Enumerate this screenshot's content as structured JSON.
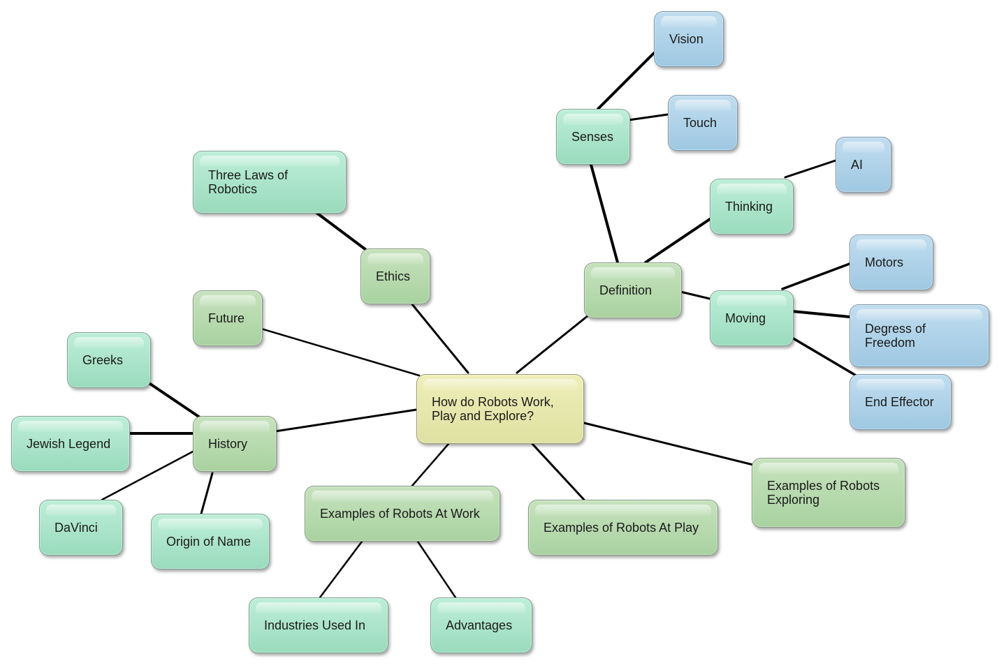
{
  "mindmap": {
    "root": {
      "id": "root",
      "label": "How do Robots Work,\nPlay and Explore?",
      "level": "root"
    },
    "nodes": [
      {
        "id": "ethics",
        "label": "Ethics",
        "level": "1",
        "parent": "root"
      },
      {
        "id": "three-laws",
        "label": "Three Laws of\nRobotics",
        "level": "2",
        "parent": "ethics"
      },
      {
        "id": "future",
        "label": "Future",
        "level": "1",
        "parent": "root"
      },
      {
        "id": "history",
        "label": "History",
        "level": "1",
        "parent": "root"
      },
      {
        "id": "greeks",
        "label": "Greeks",
        "level": "2",
        "parent": "history"
      },
      {
        "id": "jewish-legend",
        "label": "Jewish Legend",
        "level": "2",
        "parent": "history"
      },
      {
        "id": "davinci",
        "label": "DaVinci",
        "level": "2",
        "parent": "history"
      },
      {
        "id": "origin-of-name",
        "label": "Origin of Name",
        "level": "2",
        "parent": "history"
      },
      {
        "id": "robots-at-work",
        "label": "Examples of Robots At Work",
        "level": "1",
        "parent": "root"
      },
      {
        "id": "industries-used-in",
        "label": "Industries Used In",
        "level": "2",
        "parent": "robots-at-work"
      },
      {
        "id": "advantages",
        "label": "Advantages",
        "level": "2",
        "parent": "robots-at-work"
      },
      {
        "id": "robots-at-play",
        "label": "Examples of Robots At Play",
        "level": "1",
        "parent": "root"
      },
      {
        "id": "robots-exploring",
        "label": "Examples of Robots\nExploring",
        "level": "1",
        "parent": "root"
      },
      {
        "id": "definition",
        "label": "Definition",
        "level": "1",
        "parent": "root"
      },
      {
        "id": "senses",
        "label": "Senses",
        "level": "2",
        "parent": "definition"
      },
      {
        "id": "vision",
        "label": "Vision",
        "level": "3",
        "parent": "senses"
      },
      {
        "id": "touch",
        "label": "Touch",
        "level": "3",
        "parent": "senses"
      },
      {
        "id": "thinking",
        "label": "Thinking",
        "level": "2",
        "parent": "definition"
      },
      {
        "id": "ai",
        "label": "AI",
        "level": "3",
        "parent": "thinking"
      },
      {
        "id": "moving",
        "label": "Moving",
        "level": "2",
        "parent": "definition"
      },
      {
        "id": "motors",
        "label": "Motors",
        "level": "3",
        "parent": "moving"
      },
      {
        "id": "degrees-of-freedom",
        "label": "Degress of\nFreedom",
        "level": "3",
        "parent": "moving"
      },
      {
        "id": "end-effector",
        "label": "End Effector",
        "level": "3",
        "parent": "moving"
      }
    ]
  }
}
